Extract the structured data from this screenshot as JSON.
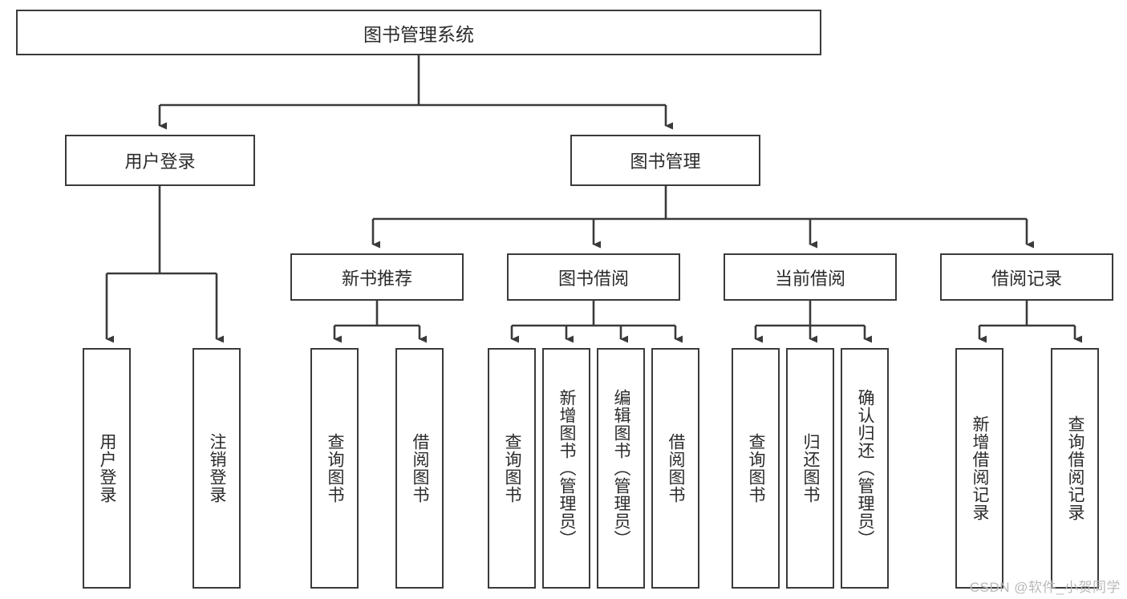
{
  "diagram": {
    "title": "图书管理系统",
    "type": "tree-hierarchy-diagram",
    "root": {
      "label": "图书管理系统"
    },
    "level2": [
      {
        "label": "用户登录"
      },
      {
        "label": "图书管理"
      }
    ],
    "level3": [
      {
        "label": "新书推荐"
      },
      {
        "label": "图书借阅"
      },
      {
        "label": "当前借阅"
      },
      {
        "label": "借阅记录"
      }
    ],
    "leaves": {
      "user_login": [
        {
          "label": "用户登录"
        },
        {
          "label": "注销登录"
        }
      ],
      "new_book_recommend": [
        {
          "label": "查询图书"
        },
        {
          "label": "借阅图书"
        }
      ],
      "book_borrow": [
        {
          "label": "查询图书"
        },
        {
          "label": "新增图书（管理员）"
        },
        {
          "label": "编辑图书（管理员）"
        },
        {
          "label": "借阅图书"
        }
      ],
      "current_borrow": [
        {
          "label": "查询图书"
        },
        {
          "label": "归还图书"
        },
        {
          "label": "确认归还（管理员）"
        }
      ],
      "borrow_record": [
        {
          "label": "新增借阅记录"
        },
        {
          "label": "查询借阅记录"
        }
      ]
    }
  },
  "watermark": {
    "text": "CSDN @软件_小贺同学"
  },
  "colors": {
    "box_border": "#3a3a3a",
    "box_fill": "#ffffff",
    "text": "#2b2b2b",
    "wire": "#3a3a3a",
    "watermark": "#b9b9b9",
    "background": "#ffffff"
  }
}
